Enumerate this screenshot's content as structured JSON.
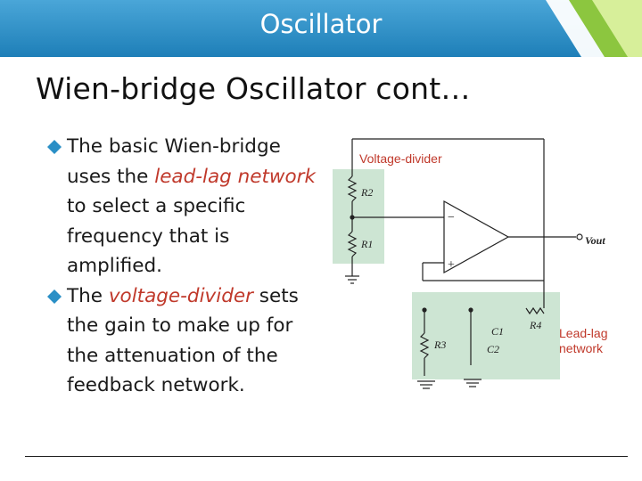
{
  "header": {
    "title": "Oscillator"
  },
  "slide": {
    "title": "Wien-bridge Oscillator cont…"
  },
  "bullets": [
    {
      "pre": "The basic Wien-bridge uses the ",
      "em": "lead-lag network",
      "post": " to select a specific frequency that is amplified."
    },
    {
      "pre": "The ",
      "em": "voltage-divider",
      "post": " sets the gain to make up for the attenuation of the feedback network."
    }
  ],
  "diagram": {
    "label_voltage_divider": "Voltage-divider",
    "label_lead_lag": "Lead-lag network",
    "r2": "R2",
    "r1": "R1",
    "r3": "R3",
    "r4": "R4",
    "c1": "C1",
    "c2": "C2",
    "vout": "Vout",
    "minus": "−",
    "plus": "+"
  },
  "colors": {
    "accent": "#c0392b",
    "banner": "#2a8fc6",
    "panel": "#cde5d3"
  }
}
